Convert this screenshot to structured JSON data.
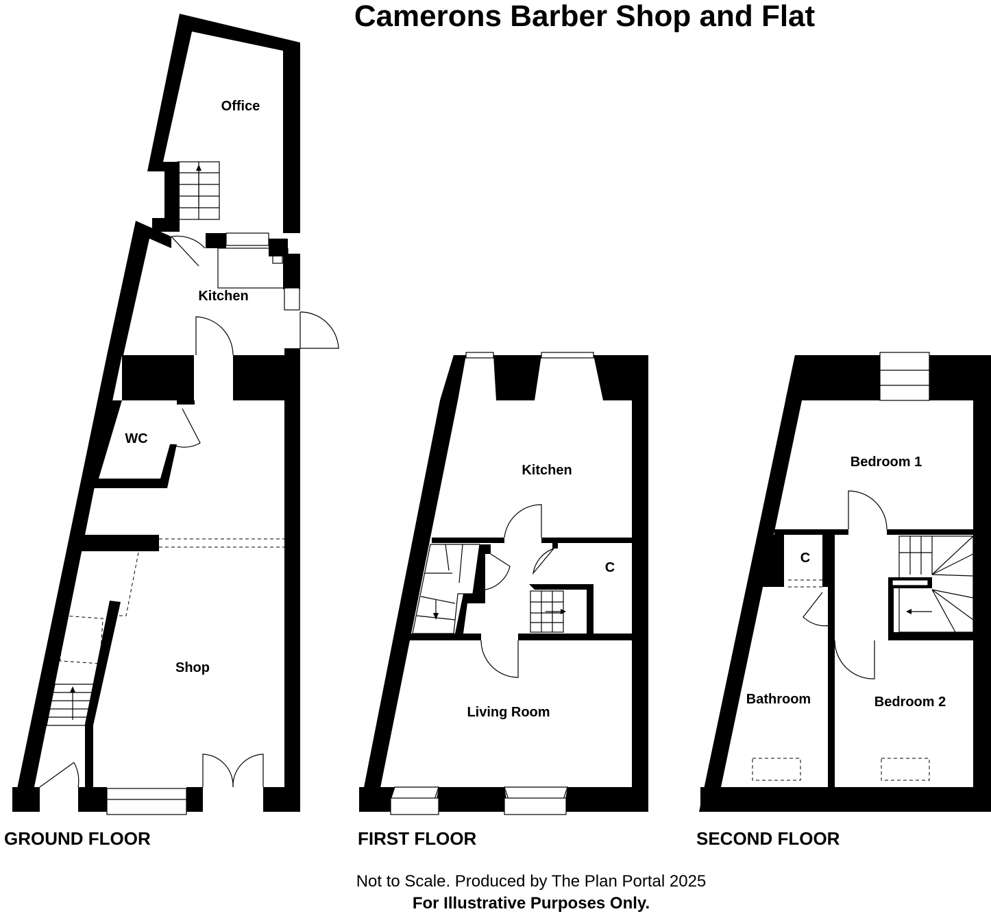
{
  "title": "Camerons Barber Shop and Flat",
  "floors": {
    "ground": {
      "label": "GROUND FLOOR",
      "rooms": {
        "office": "Office",
        "kitchen": "Kitchen",
        "wc": "WC",
        "shop": "Shop"
      }
    },
    "first": {
      "label": "FIRST FLOOR",
      "rooms": {
        "kitchen": "Kitchen",
        "cupboard": "C",
        "living": "Living Room"
      }
    },
    "second": {
      "label": "SECOND FLOOR",
      "rooms": {
        "bedroom1": "Bedroom 1",
        "cupboard": "C",
        "bathroom": "Bathroom",
        "bedroom2": "Bedroom 2"
      }
    }
  },
  "footer": {
    "note": "Not to Scale. Produced by The Plan Portal 2025",
    "disclaimer": "For Illustrative Purposes Only."
  }
}
